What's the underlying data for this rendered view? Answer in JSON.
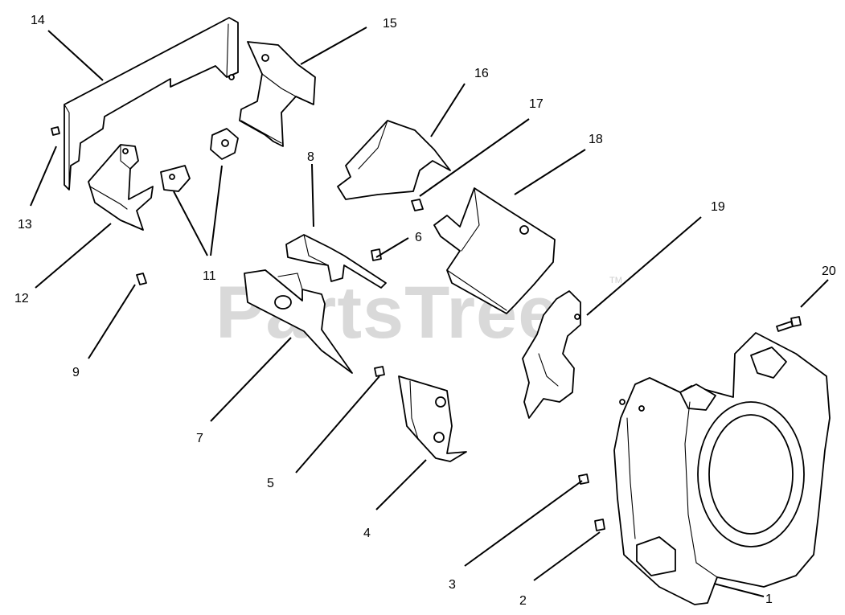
{
  "watermark": {
    "text": "PartsTree",
    "trademark": "TM"
  },
  "callouts": [
    "1",
    "2",
    "3",
    "4",
    "5",
    "6",
    "7",
    "8",
    "9",
    "11",
    "12",
    "13",
    "14",
    "15",
    "16",
    "17",
    "18",
    "19",
    "20"
  ]
}
